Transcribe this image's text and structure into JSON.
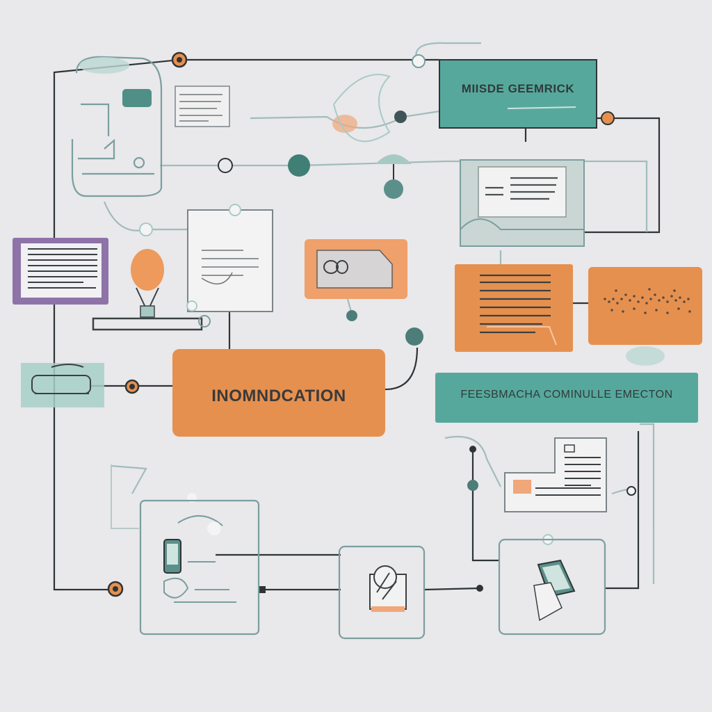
{
  "diagram": {
    "colors": {
      "background": "#e9e8ea",
      "teal": "#57a89c",
      "orange": "#e6904f",
      "purple": "#8e73a8",
      "line": "#2e3436",
      "sketch": "#7a9ea0",
      "node_fill": "#4c7d79"
    },
    "labels": {
      "top_right": "MIISDE GEEMRICK",
      "center": "INOMNDCATION",
      "right_banner": "FEESBMACHA COMINULLE EMECTON"
    },
    "icons": [
      "document-icon",
      "lightbulb-icon",
      "device-icon",
      "phone-icon",
      "certificate-icon",
      "tablet-icon",
      "node-icon"
    ]
  }
}
